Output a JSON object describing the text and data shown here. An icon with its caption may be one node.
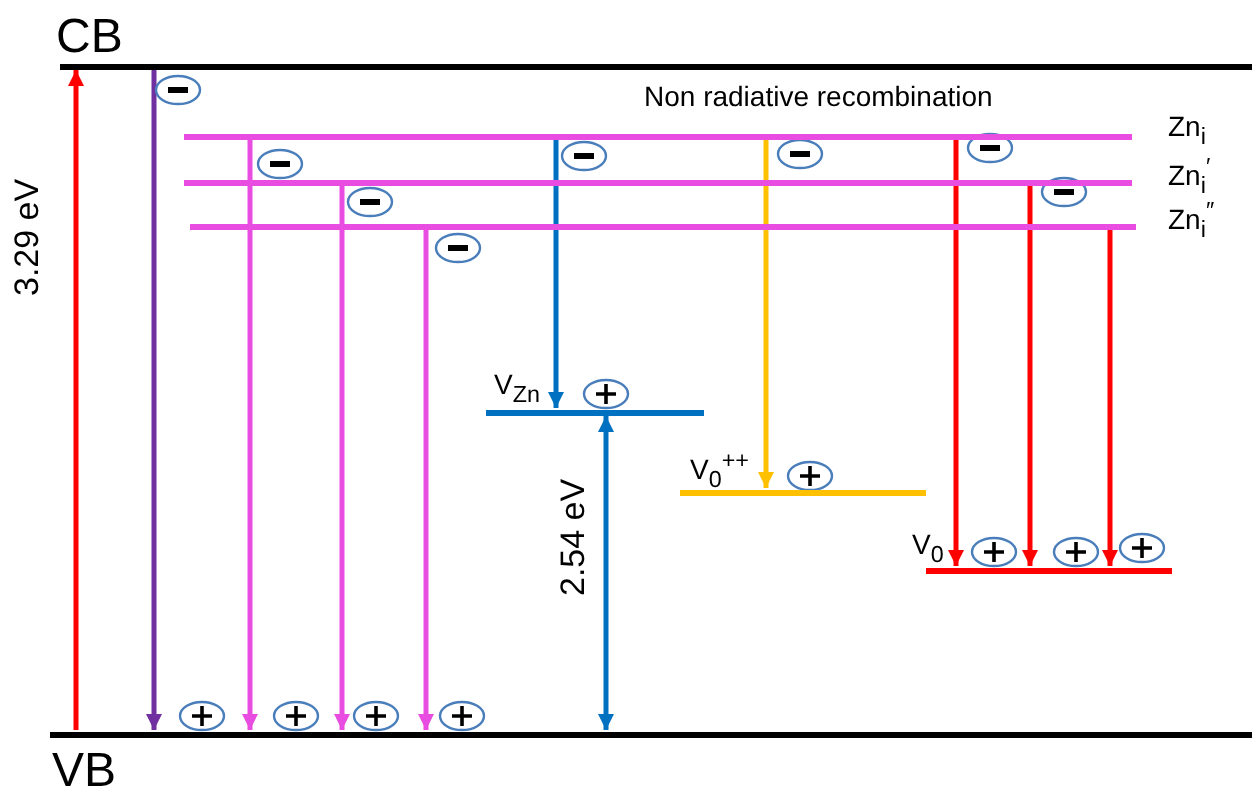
{
  "diagram": {
    "nodes": [
      {
        "text": [
          "CB"
        ]
      },
      {
        "text": [
          "Zn$_{i}$"
        ]
      },
      {
        "text": [
          "Zn$_{i}$$^{′}$"
        ]
      },
      {
        "text": [
          "Zn$_{i}$$^{″}$"
        ]
      },
      {
        "text": [
          "V$_{Zn}$"
        ]
      },
      {
        "text": [
          "V$_{0}$$^{++}$"
        ]
      },
      {
        "text": [
          "V$_{0}$"
        ]
      },
      {
        "text": [
          "VB"
        ]
      }
    ],
    "edges": [
      {
        "from": 7,
        "to": 0,
        "arrow": "to",
        "label": "3.29 eV",
        "color": "#ff0000"
      },
      {
        "from": 0,
        "to": 7,
        "arrow": "to",
        "color": "#7030a0"
      },
      {
        "from": 1,
        "to": 7,
        "arrow": "to",
        "color": "#e84ce0"
      },
      {
        "from": 2,
        "to": 7,
        "arrow": "to",
        "color": "#e84ce0"
      },
      {
        "from": 3,
        "to": 7,
        "arrow": "to",
        "color": "#e84ce0"
      },
      {
        "from": 1,
        "to": 4,
        "arrow": "to",
        "color": "#0070c0"
      },
      {
        "from": 4,
        "to": 7,
        "arrow": "both",
        "label": "2.54 eV",
        "color": "#0070c0"
      },
      {
        "from": 1,
        "to": 5,
        "arrow": "to",
        "color": "#ffc000"
      },
      {
        "from": 1,
        "to": 6,
        "arrow": "to",
        "color": "#ff0000"
      },
      {
        "from": 2,
        "to": 6,
        "arrow": "to",
        "color": "#ff0000"
      },
      {
        "from": 3,
        "to": 6,
        "arrow": "to",
        "color": "#ff0000"
      }
    ],
    "labels": [
      "Non radiative recombination"
    ]
  }
}
